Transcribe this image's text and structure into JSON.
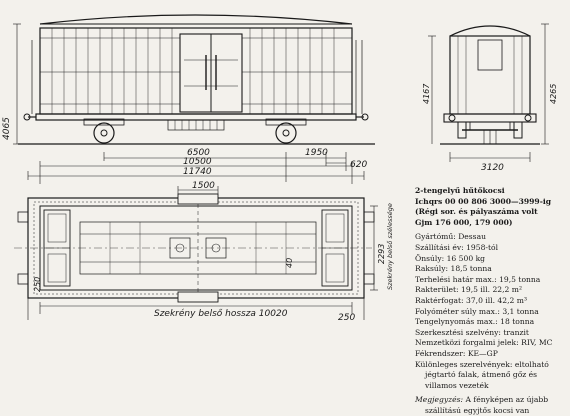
{
  "dimensions": {
    "height_side": "4065",
    "len_inner_upper": "6500",
    "len_1950": "1950",
    "len_620": "620",
    "len_10500": "10500",
    "len_11740": "11740",
    "end_height_inner": "4167",
    "end_height_total": "4265",
    "end_width": "3120",
    "plan_1500": "1500",
    "plan_2293": "2293",
    "plan_40": "40",
    "plan_250_left": "250",
    "plan_250_right": "250",
    "plan_inner_width_label": "Szekrény belső szélessége",
    "plan_inner_length_label": "Szekrény belső hossza 10020"
  },
  "spec": {
    "heading": [
      "2-tengelyű hűtőkocsi",
      "Ichqrs 00 00 806 3000—3999-ig",
      "(Régi sor. és pályaszáma volt",
      "Gjm 176 000, 179 000)"
    ],
    "lines": [
      "Gyártómű: Dessau",
      "Szállítási év: 1958-tól",
      "Önsúly: 16 500 kg",
      "Raksúly: 18,5 tonna",
      "Terhelési határ max.: 19,5 tonna",
      "Rakterület: 19,5 ill. 22,2 m²",
      "Raktérfogat: 37,0 ill. 42,2 m³",
      "Folyóméter súly max.: 3,1 tonna",
      "Tengelynyomás max.: 18 tonna",
      "Szerkesztési szelvény: tranzit",
      "Nemzetközi forgalmi jelek: RIV, MC",
      "Fékrendszer: KE—GP",
      "Különleges szerelvények: eltolható"
    ],
    "lines_indent": [
      "jégtartó falak, átmenő gőz és",
      "villamos vezeték"
    ],
    "note_label": "Megjegyzés:",
    "note_text": " A fényképen az újabb",
    "note_indent": "szállítású egyjtős kocsi van"
  }
}
